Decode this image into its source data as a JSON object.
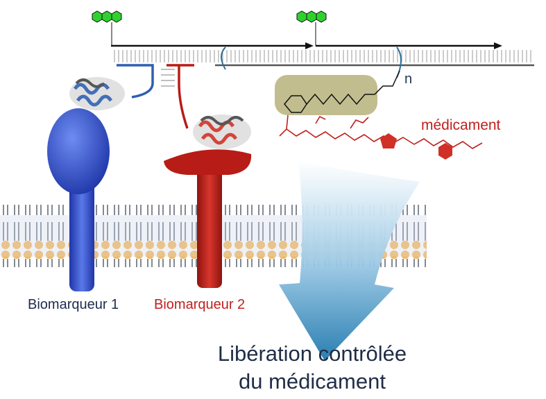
{
  "labels": {
    "drug": "médicament",
    "repeat_n": "n",
    "biomarker_1": "Biomarqueur 1",
    "biomarker_2": "Biomarqueur 2"
  },
  "title": {
    "line1": "Libération contrôlée",
    "line2": "du médicament"
  },
  "colors": {
    "biomarker_1": "#2f4fc8",
    "biomarker_2": "#b81c16",
    "drug": "#c0201d",
    "linker_box": "#b7b27a",
    "fluorophore": "#2fd12f",
    "arrow": "#3a8fc0",
    "lipid_head": "#f6b85a"
  }
}
